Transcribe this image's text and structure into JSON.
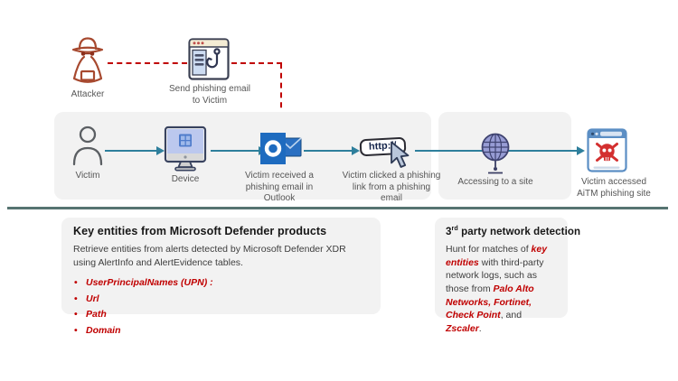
{
  "colors": {
    "accent_teal": "#2e7f9c",
    "alert_red": "#c00000",
    "panel_gray": "#f2f2f2",
    "divider_teal": "#567471",
    "outlook_blue": "#1e6bbf",
    "browser_blue": "#5b8ec4",
    "skull_red": "#d32f2f",
    "attacker_rust": "#a7492f"
  },
  "icons": {
    "attacker": "attacker-spy-icon",
    "phishing_email": "phishing-browser-hook-icon",
    "victim": "victim-person-icon",
    "device": "device-monitor-icon",
    "outlook": "outlook-envelope-icon",
    "link_click": "http-link-cursor-icon",
    "site": "globe-icon",
    "aitm_site": "skull-browser-icon"
  },
  "top_flow": {
    "attacker_label": "Attacker",
    "send_phishing_label": "Send phishing email to Victim"
  },
  "main_flow": {
    "http_badge_text": "http://",
    "steps": [
      {
        "label": "Victim"
      },
      {
        "label": "Device"
      },
      {
        "label": "Victim received a phishing email in Outlook"
      },
      {
        "label": "Victim clicked a phishing link from a phishing email"
      },
      {
        "label": "Accessing to a site"
      },
      {
        "label": "Victim accessed AiTM phishing site"
      }
    ]
  },
  "sections": {
    "defender": {
      "title": "Key entities from Microsoft Defender products",
      "body": "Retrieve entities from alerts detected by Microsoft Defender XDR using AlertInfo and AlertEvidence tables.",
      "bullets": [
        "UserPrincipalNames (UPN) :",
        "Url",
        "Path",
        "Domain"
      ]
    },
    "third_party": {
      "title_parts": [
        {
          "text": "3"
        },
        {
          "text": "rd",
          "sup": true
        },
        {
          "text": " party network detection"
        }
      ],
      "body_parts": [
        {
          "text": "Hunt for matches of "
        },
        {
          "text": "key entities",
          "red": true
        },
        {
          "text": " with third-party network logs, such as those from "
        },
        {
          "text": "Palo Alto Networks, Fortinet, Check Point",
          "red": true
        },
        {
          "text": ", and "
        },
        {
          "text": "Zscaler",
          "red": true
        },
        {
          "text": "."
        }
      ]
    }
  }
}
